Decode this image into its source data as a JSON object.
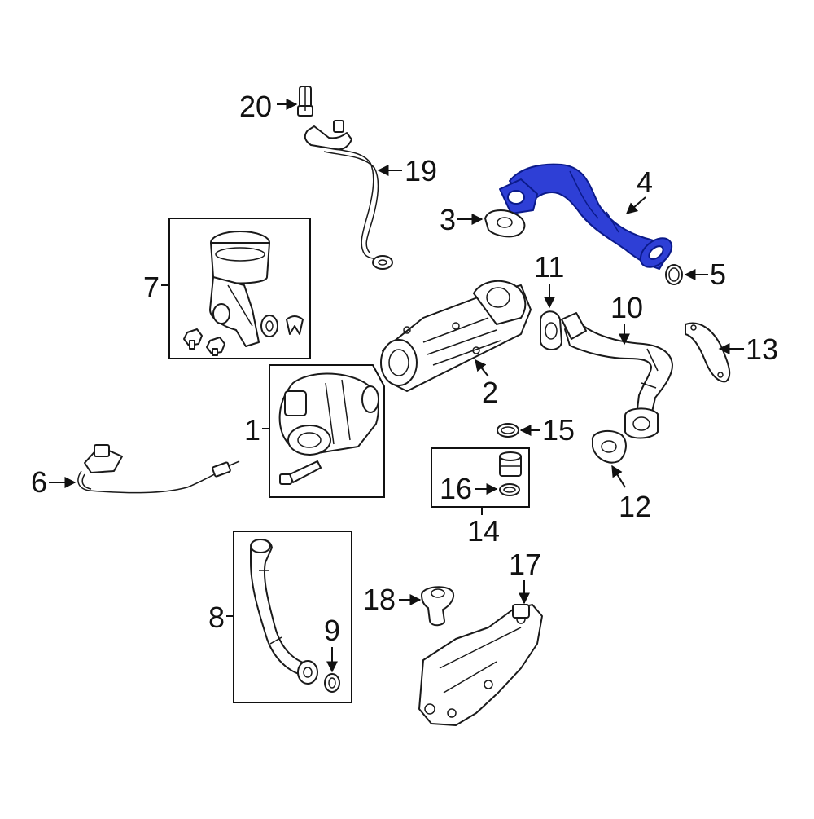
{
  "diagram": {
    "highlight_color": "#2e3fd6",
    "callouts": {
      "c1": "1",
      "c2": "2",
      "c3": "3",
      "c4": "4",
      "c5": "5",
      "c6": "6",
      "c7": "7",
      "c8": "8",
      "c9": "9",
      "c10": "10",
      "c11": "11",
      "c12": "12",
      "c13": "13",
      "c14": "14",
      "c15": "15",
      "c16": "16",
      "c17": "17",
      "c18": "18",
      "c19": "19",
      "c20": "20"
    }
  }
}
